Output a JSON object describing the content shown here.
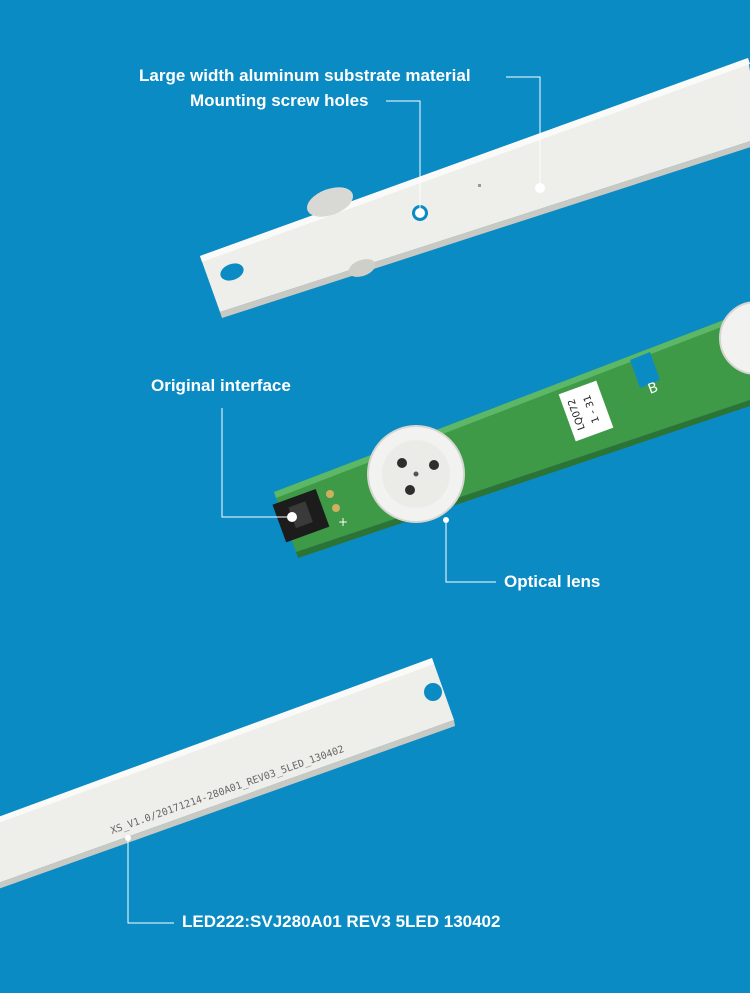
{
  "labels": {
    "substrate": "Large width aluminum substrate material",
    "screw_holes": "Mounting screw holes",
    "interface": "Original interface",
    "optical_lens": "Optical lens",
    "model": "LED222:SVJ280A01 REV3 5LED 130402"
  },
  "strip_texts": {
    "board_sticker_line1": "LQ072",
    "board_sticker_line2": "1 - 31",
    "board_silkscreen": "XS_V1.0/20171214-280A01_REV03_5LED_130402"
  },
  "colors": {
    "background": "#0a8bc4",
    "strip_aluminum": "#eeeeea",
    "pcb_green": "#3f9a48",
    "lens": "#f2f2f0",
    "annotation_line": "#ffffff"
  }
}
